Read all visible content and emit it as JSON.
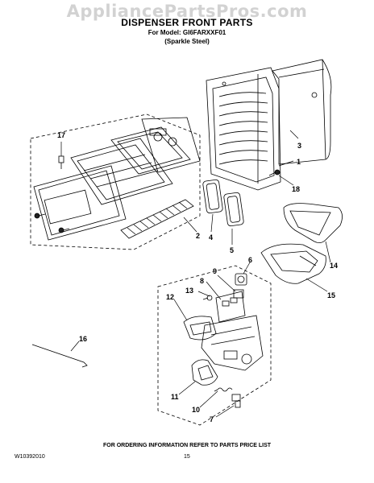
{
  "watermark": "AppliancePartsPros.com",
  "title": "DISPENSER FRONT PARTS",
  "model_line": "For Model: GI6FARXXF01",
  "finish_line": "(Sparkle Steel)",
  "callouts": [
    "17",
    "3",
    "1",
    "18",
    "2",
    "4",
    "5",
    "14",
    "6",
    "9",
    "8",
    "13",
    "12",
    "15",
    "16",
    "11",
    "10",
    "7"
  ],
  "footer": {
    "doc_number": "W10392010",
    "ordering_info": "FOR ORDERING INFORMATION REFER TO PARTS PRICE LIST",
    "page_number": "15"
  }
}
